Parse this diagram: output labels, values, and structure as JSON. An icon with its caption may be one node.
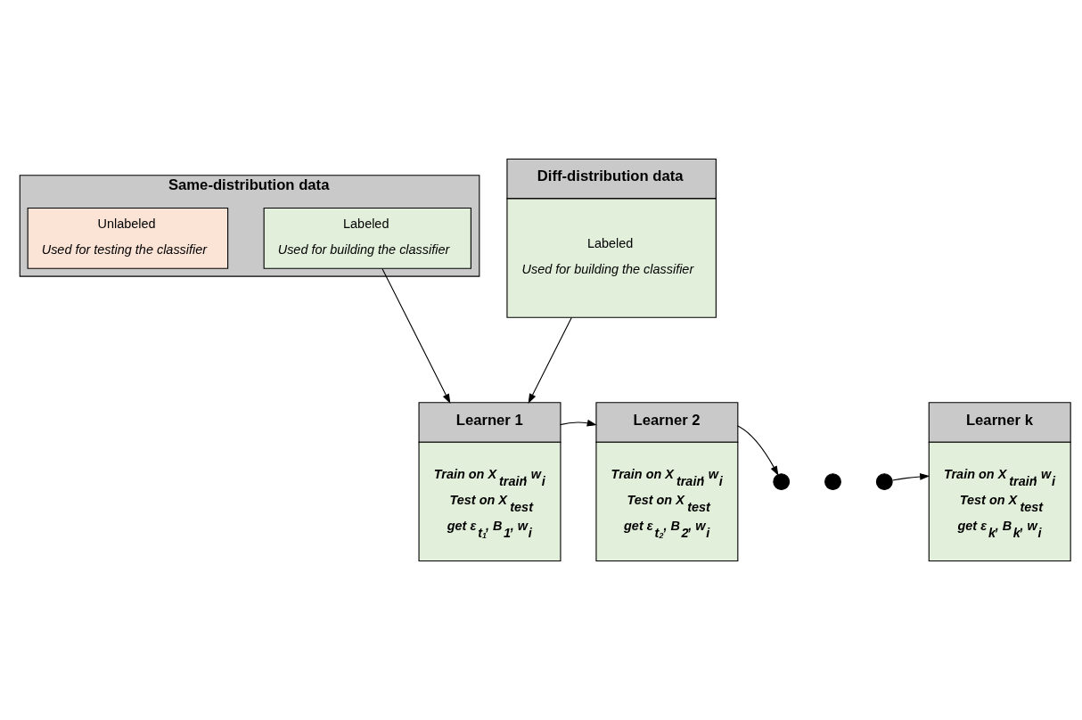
{
  "diagram": {
    "nodes": [
      {
        "text": [
          "Same-distribution data"
        ]
      },
      {
        "text": [
          "Unlabeled",
          "Used for testing the classifier"
        ],
        "in": 0
      },
      {
        "text": [
          "Labeled",
          "Used for building the classifier"
        ],
        "in": 0
      },
      {
        "text": [
          "Diff-distribution data",
          "Labeled",
          "Used for building the classifier"
        ]
      },
      {
        "text": [
          "Learner 1",
          "Train on X$_{train}$, w$_{i}$",
          "Test on X$_{test}$",
          "get ε$_{t₁}$, B$_{1}$, w$_{i}$"
        ]
      },
      {
        "text": [
          "Learner 2",
          "Train on X$_{train}$, w$_{i}$",
          "Test on X$_{test}$",
          "get ε$_{t₂}$, B$_{2}$, w$_{i}$"
        ]
      },
      {
        "text": [],
        "shape": "circle"
      },
      {
        "text": [],
        "shape": "circle"
      },
      {
        "text": [],
        "shape": "circle"
      },
      {
        "text": [
          "Learner k",
          "Train on X$_{train}$, w$_{i}$",
          "Test on X$_{test}$",
          "get ε$_{k}$, B$_{k}$, w$_{i}$"
        ]
      }
    ],
    "edges": [
      {
        "from": 2,
        "to": 4,
        "arrow": "to"
      },
      {
        "from": 3,
        "to": 4,
        "arrow": "to"
      },
      {
        "from": 4,
        "to": 5,
        "arrow": "to"
      },
      {
        "from": 5,
        "to": 6,
        "arrow": "to"
      },
      {
        "from": 8,
        "to": 9,
        "arrow": "to"
      }
    ]
  }
}
